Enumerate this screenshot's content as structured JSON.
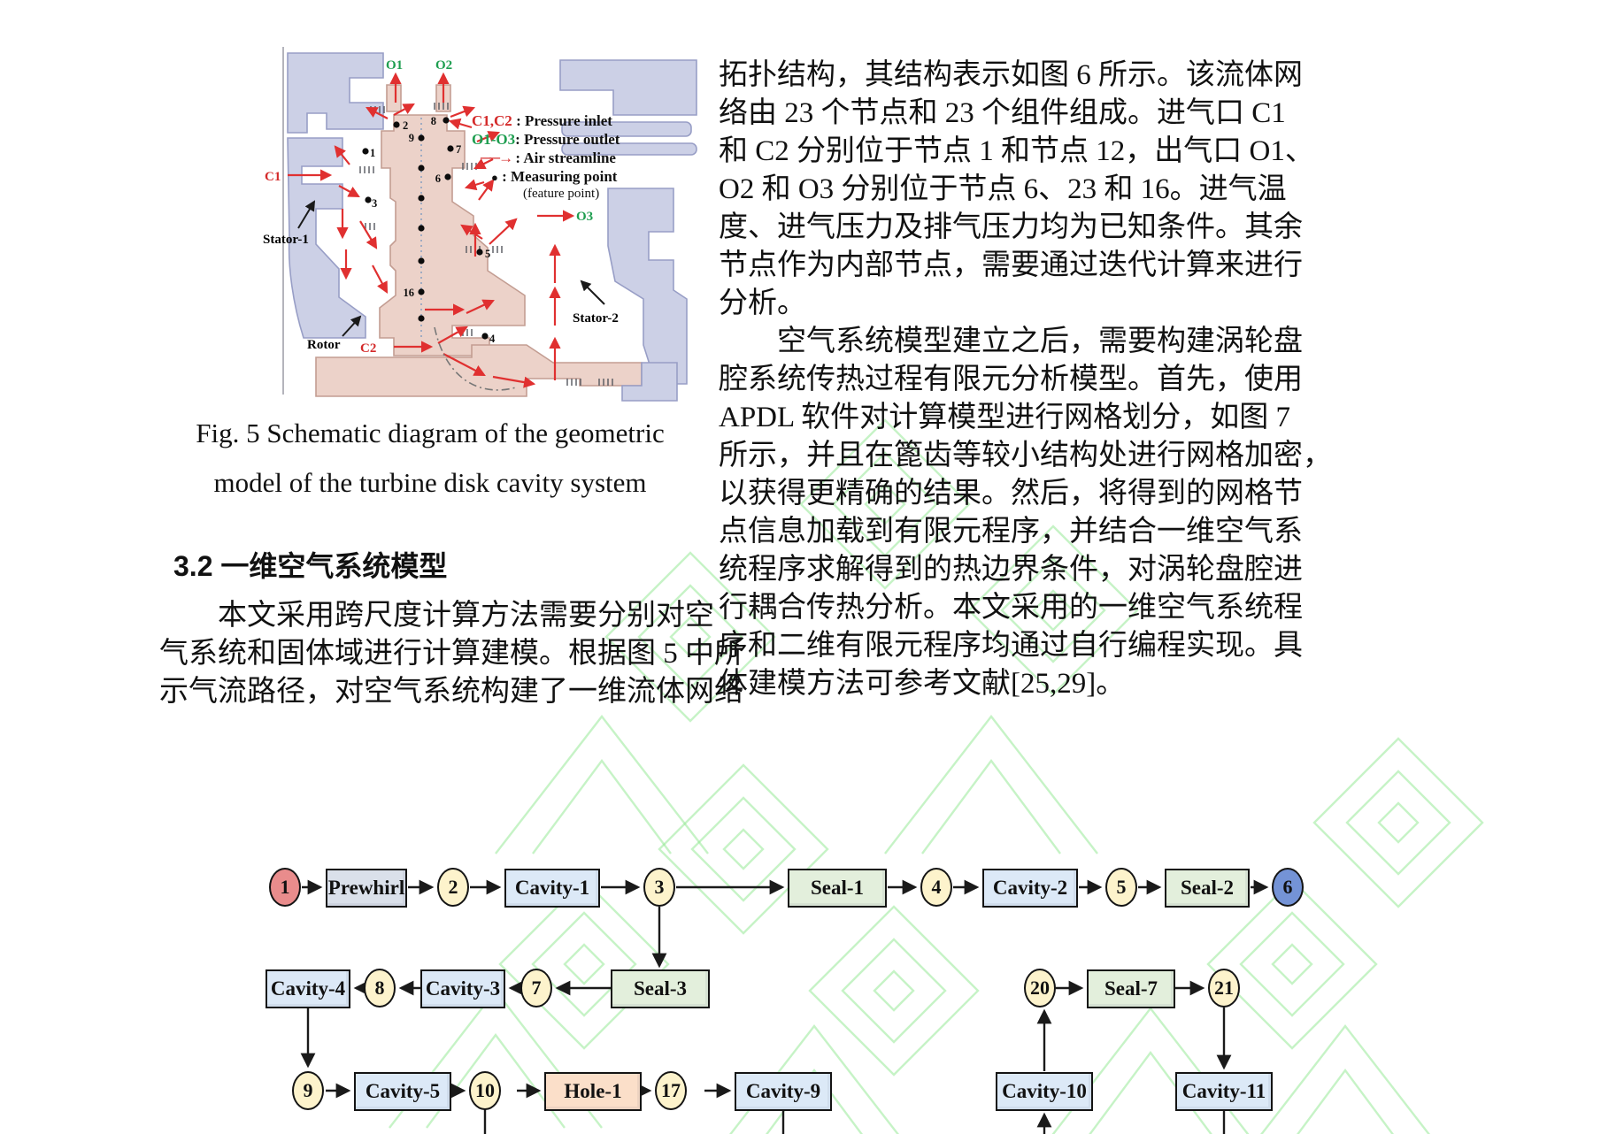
{
  "figure": {
    "caption_line1": "Fig. 5 Schematic diagram of the geometric",
    "caption_line2": "model of the turbine disk cavity system",
    "labels": {
      "o1": "O1",
      "o2": "O2",
      "o3": "O3",
      "c1": "C1",
      "c2": "C2",
      "stator1": "Stator-1",
      "stator2": "Stator-2",
      "rotor": "Rotor"
    },
    "points": {
      "p1": "1",
      "p2": "2",
      "p3": "3",
      "p4": "4",
      "p5": "5",
      "p6": "6",
      "p7": "7",
      "p8": "8",
      "p9": "9",
      "p16": "16"
    },
    "legend": {
      "inlet_key": "C1,C2",
      "inlet_text": " : Pressure inlet",
      "outlet_key": "O1-O3",
      "outlet_text": ": Pressure outlet",
      "arrow_glyph": "──→",
      "arrow_text": " : Air streamline",
      "dot_glyph": "●",
      "dot_text": " : Measuring point",
      "dot_subtext": "(feature point)"
    }
  },
  "left_column": {
    "heading": "3.2 一维空气系统模型",
    "para_lines": [
      "本文采用跨尺度计算方法需要分别对空",
      "气系统和固体域进行计算建模。根据图 5 中所",
      "示气流路径，对空气系统构建了一维流体网络"
    ]
  },
  "right_column": {
    "lines": [
      "拓扑结构，其结构表示如图 6 所示。该流体网",
      "络由 23 个节点和 23 个组件组成。进气口 C1",
      "和 C2 分别位于节点 1 和节点 12，出气口 O1、",
      "O2 和 O3 分别位于节点 6、23 和 16。进气温",
      "度、进气压力及排气压力均为已知条件。其余",
      "节点作为内部节点，需要通过迭代计算来进行",
      "分析。",
      "空气系统模型建立之后，需要构建涡轮盘",
      "腔系统传热过程有限元分析模型。首先，使用",
      "APDL 软件对计算模型进行网格划分，如图 7",
      "所示，并且在篦齿等较小结构处进行网格加密，",
      "以获得更精确的结果。然后，将得到的网格节",
      "点信息加载到有限元程序，并结合一维空气系",
      "统程序求解得到的热边界条件，对涡轮盘腔进",
      "行耦合传热分析。本文采用的一维空气系统程",
      "序和二维有限元程序均通过自行编程实现。具",
      "体建模方法可参考文献[25,29]。"
    ]
  },
  "network": {
    "row1": {
      "n1": "1",
      "prewhirl": "Prewhirl",
      "n2": "2",
      "cavity1": "Cavity-1",
      "n3": "3",
      "seal1": "Seal-1",
      "n4": "4",
      "cavity2": "Cavity-2",
      "n5": "5",
      "seal2": "Seal-2",
      "n6": "6"
    },
    "row2": {
      "cavity4": "Cavity-4",
      "n8": "8",
      "cavity3": "Cavity-3",
      "n7": "7",
      "seal3": "Seal-3",
      "n20": "20",
      "seal7": "Seal-7",
      "n21": "21"
    },
    "row3": {
      "n9": "9",
      "cavity5": "Cavity-5",
      "n10": "10",
      "hole1": "Hole-1",
      "n17": "17",
      "cavity9": "Cavity-9",
      "cavity10": "Cavity-10",
      "cavity11": "Cavity-11"
    },
    "colors": {
      "inlet_node": "#e98c8c",
      "internal_node": "#fdf3cc",
      "outlet_node": "#7493d6",
      "prewhirl_box": "#dae0ea",
      "cavity_box": "#dce9f7",
      "seal_box": "#e3efdc",
      "hole_box": "#fbdfc9"
    }
  },
  "colors": {
    "label_red": "#d42a2a",
    "label_green": "#1e9e50",
    "watermark": "#8ee78e"
  }
}
